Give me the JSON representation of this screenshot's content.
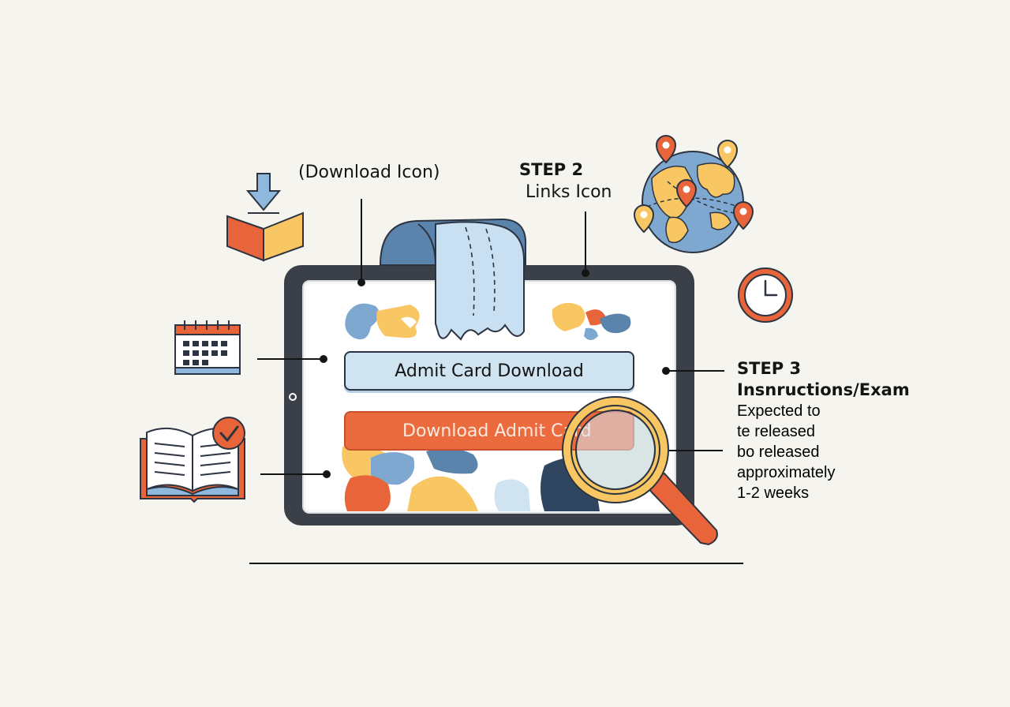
{
  "labels": {
    "download_icon": "(Download Icon)",
    "step2_title": "STEP 2",
    "step2_sub": "Links Icon",
    "step3_title": "STEP 3",
    "step3_sub": "Insnructions/Exam",
    "step3_note": [
      "Expected to",
      "te released",
      "bo released",
      "approximately",
      "1-2 weeks"
    ]
  },
  "buttons": {
    "primary": "Admit Card Download",
    "secondary": "Download Admit Card"
  },
  "icons": [
    "download-box-icon",
    "calendar-icon",
    "open-book-icon",
    "checkmark-badge-icon",
    "globe-icon",
    "location-pin-icon",
    "clock-icon",
    "magnifying-glass-icon",
    "tablet-icon"
  ],
  "colors": {
    "background": "#f5f4ef",
    "accent_orange": "#e8643a",
    "accent_blue": "#6f9dc9",
    "accent_yellow": "#f8c763",
    "frame_dark": "#3a4048"
  }
}
